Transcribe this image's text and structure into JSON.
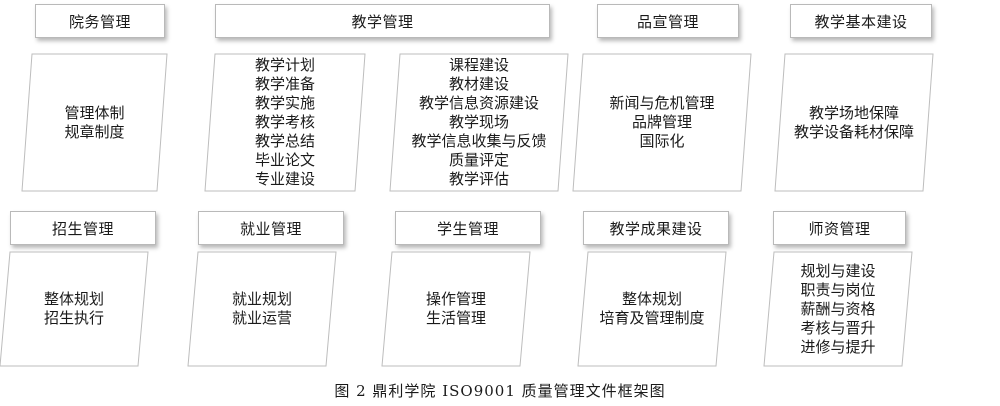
{
  "columns": [
    {
      "header": "院务管理",
      "items": [
        "管理体制",
        "规章制度"
      ]
    },
    {
      "header": "教学管理",
      "items": []
    },
    {
      "header": "",
      "items": [
        "教学计划",
        "教学准备",
        "教学实施",
        "教学考核",
        "教学总结",
        "毕业论文",
        "专业建设"
      ]
    },
    {
      "header": "",
      "items": [
        "课程建设",
        "教材建设",
        "教学信息资源建设",
        "教学现场",
        "教学信息收集与反馈",
        "质量评定",
        "教学评估"
      ]
    },
    {
      "header": "品宣管理",
      "items": [
        "新闻与危机管理",
        "品牌管理",
        "国际化"
      ]
    },
    {
      "header": "教学基本建设",
      "items": [
        "教学场地保障",
        "教学设备耗材保障"
      ]
    },
    {
      "header": "招生管理",
      "items": [
        "整体规划",
        "招生执行"
      ]
    },
    {
      "header": "就业管理",
      "items": [
        "就业规划",
        "就业运营"
      ]
    },
    {
      "header": "学生管理",
      "items": [
        "操作管理",
        "生活管理"
      ]
    },
    {
      "header": "教学成果建设",
      "items": [
        "整体规划",
        "培育及管理制度"
      ]
    },
    {
      "header": "师资管理",
      "items": [
        "规划与建设",
        "职责与岗位",
        "薪酬与资格",
        "考核与晋升",
        "进修与提升"
      ]
    }
  ],
  "caption": "图 2  鼎利学院 ISO9001 质量管理文件框架图"
}
